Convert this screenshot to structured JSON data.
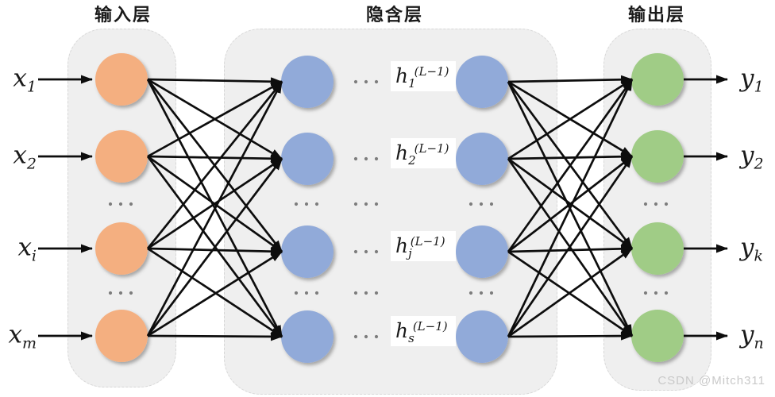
{
  "layers": {
    "input": {
      "title": "输入层"
    },
    "hidden": {
      "title": "隐含层"
    },
    "output": {
      "title": "输出层"
    }
  },
  "nodes": {
    "input": [
      {
        "base": "x",
        "sub": "1"
      },
      {
        "base": "x",
        "sub": "2"
      },
      {
        "base": "x",
        "sub": "i"
      },
      {
        "base": "x",
        "sub": "m"
      }
    ],
    "hidden": [
      {
        "base": "h",
        "sub": "1",
        "sup": "(L−1)"
      },
      {
        "base": "h",
        "sub": "2",
        "sup": "(L−1)"
      },
      {
        "base": "h",
        "sub": "j",
        "sup": "(L−1)"
      },
      {
        "base": "h",
        "sub": "s",
        "sup": "(L−1)"
      }
    ],
    "output": [
      {
        "base": "y",
        "sub": "1"
      },
      {
        "base": "y",
        "sub": "2"
      },
      {
        "base": "y",
        "sub": "k"
      },
      {
        "base": "y",
        "sub": "n"
      }
    ]
  },
  "colors": {
    "input_node": "#f4af80",
    "hidden_node": "#91aad9",
    "output_node": "#a0cc86",
    "layer_bg": "#efefef",
    "edge": "#0d0d0d",
    "dots": "#7d7d7d"
  },
  "watermark": "CSDN @Mitch311"
}
